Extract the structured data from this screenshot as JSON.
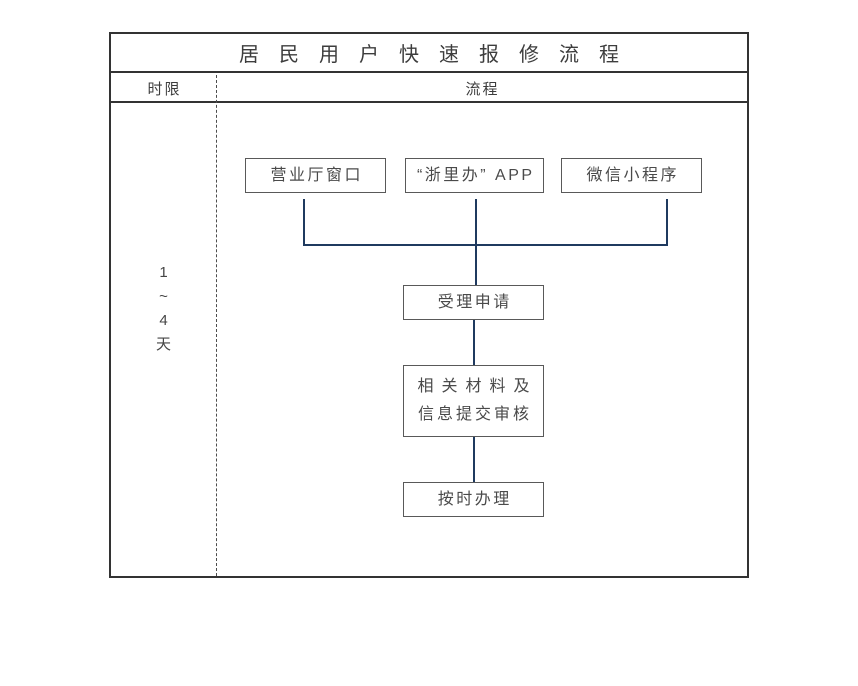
{
  "title": "居民用户快速报修流程",
  "header": {
    "time_limit": "时限",
    "process": "流程"
  },
  "time_limit": {
    "chars": [
      "1",
      "~",
      "4",
      "天"
    ]
  },
  "flow": {
    "channels": [
      {
        "label": "营业厅窗口"
      },
      {
        "label": "“浙里办” APP"
      },
      {
        "label": "微信小程序"
      }
    ],
    "steps": [
      {
        "label": "受理申请"
      },
      {
        "line1": "相关材料及",
        "line2": "信息提交审核"
      },
      {
        "label": "按时办理"
      }
    ]
  },
  "colors": {
    "connector": "#1f3a5f",
    "table_border": "#333333",
    "box_border": "#595959",
    "text": "#454545"
  }
}
